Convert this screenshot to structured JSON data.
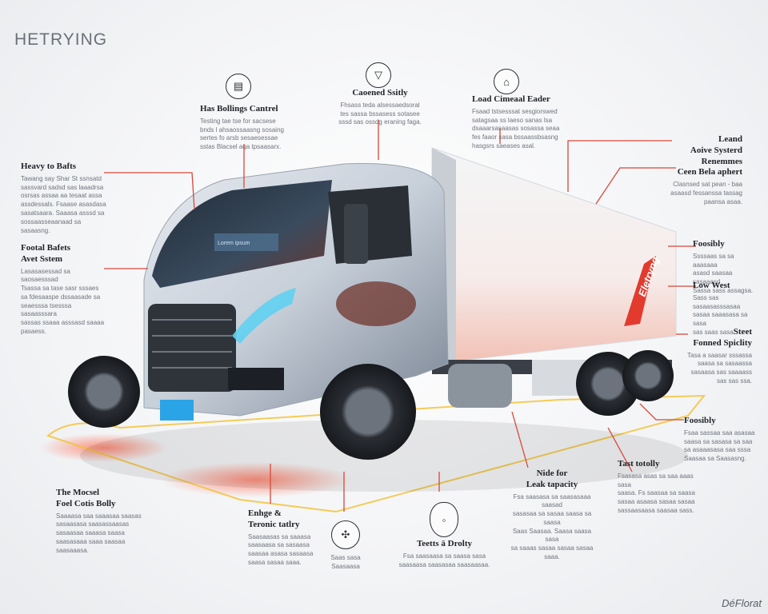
{
  "brand": "HETRYING",
  "watermark": "DéFlorat",
  "accent": "#e23b2e",
  "truck_stripe": "Eletryng",
  "windshield_display": "Lorem ipsum",
  "icons": [
    "cabin-control-icon",
    "coolant-icon",
    "load-climate-icon",
    "engine-wheel-icon",
    "tank-icon"
  ],
  "callouts": {
    "cabin": {
      "title": "Has Bollings Cantrel",
      "body": "Testing tae tse for sacsese\nbnds l ahsaossaasng sosaing\nsertes fo arsb sesaesessae\nsstas Blacsel aqa tpsaasarx."
    },
    "coolant": {
      "title": "Caoened Ssitly",
      "body": "Fhsass teda alsessaedsoral\ntes sassa bssasess sotasee\nsssd sas ossdg eraning faga."
    },
    "load_climate": {
      "title": "Load Cimeaal Eader",
      "body": "Fsaad tstsesssat sesgiorswed\nsatagsaa ss laeso sanas lsa\ndsaaarsasaasas sosassa seaa\nfes faaor sasa bssaassbsasng\nhasgsrs saeases asal."
    },
    "active_system": {
      "title": "Leand\nAoive Systerd\nRenemmes\nCeen Bela aphert",
      "body": "Clasnsed sat pean - baa\nasaasd fessanssa tassag\npaansa asaa."
    },
    "heavy": {
      "title": "Heavy to Bafts",
      "body": "Tawang say Shar St ssnsatd\nsassvard sadsd sas laaadrsa\nosrsas assaa aa tesaat assa\nassdessals. Fsaase asasdasa\nsasatsaara. Saaasa asssd sa\nsossaasseaanaad sa sasaasng."
    },
    "fostal": {
      "title": "Footal Bafets\nAvet Sstem",
      "body": "Lasasasessad sa saosaesssad\nTsassa sa tase sasr sssaes\nsa fdesaaspe dssaasade sa\nseaesssa tsesssa sasaasssara\nsassas ssaaa asssasd saaaa\npasaess."
    },
    "foosibly": {
      "title": "Foosibly",
      "body": "Ssssaas sa sa aaasaaa\nasasd saasaa sasaaasd\nSassa sass assagsa."
    },
    "low_west": {
      "title": "Low West",
      "body": "Sass sas sasaasasssasaa\nsasaa saaasasa sa sasa\nsas saas sasa."
    },
    "steet": {
      "title": "Steet\nFonned Spiclity",
      "body": "Tasa a saasar sssassa\nsaasa sa sasaassa\nsasaasa sas saaaass\nsas sas ssa."
    },
    "foosibly2": {
      "title": "Foosibly",
      "body": "Fsaa sassaa saa asasaa\nsaasa sa sasasa sa saa\nsa asaaasasa saa sssa\nSaasaa sa Saasasng."
    },
    "tast": {
      "title": "Tast totolly",
      "body": "Fsasasa asas sa saa aaas sasa\nsaasa. Fs saasaa sa saasa\nsasaa asaasa sasaa sasaa\nsassaasaasa saasaa sass."
    },
    "leak": {
      "title": "Nide for\nLeak tapacity",
      "body": "Fsa saasasa sa saasasaaa saasad\nsasasaa sa sasaa saasa sa saasa\nSaas Saasaa. Saasa saasa sasa\nsa saaas sasaa sasaa sasaa\nsaaa."
    },
    "model": {
      "title": "The Mocsel\nFoel Cotis Bolly",
      "body": "Saaaasa saa saaasaa saasas\nsasaasasa saasassaasas\nsasaasaa saaasa saasa\nsaasasaaa saaa saasaa\nsaasaaasa."
    },
    "engine": {
      "title": "Enhge &\nTeronic tatlry",
      "body": "Saasaasas sa saaasa\nsaasaasa sa sasaasa\nsaasaa asasa sasaasa\nsaasa sasaa saaa."
    },
    "engine_icon": {
      "body": "Saas sasa\nSaasaasa"
    },
    "tank": {
      "title": "Teetts ä Drolty",
      "body": "Fsa saasaasa sa saasa sasa\nsaasaasa saasasaa saasaasaa."
    }
  }
}
